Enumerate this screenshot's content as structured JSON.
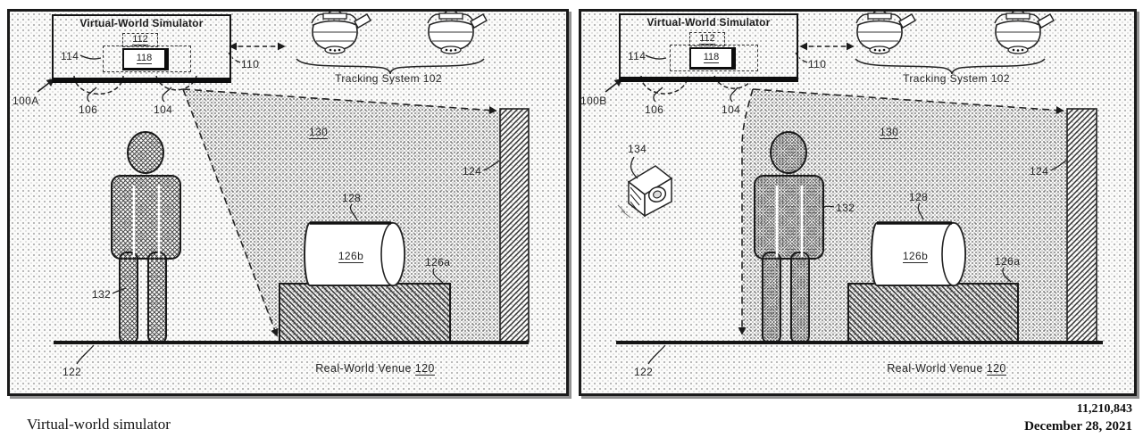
{
  "page": {
    "caption": "Virtual-world simulator",
    "patent_number": "11,210,843",
    "patent_date": "December 28, 2021"
  },
  "labels": {
    "simulator_title": "Virtual-World Simulator",
    "processor": "112",
    "memory": "114",
    "software": "118",
    "computing_platform": "110",
    "projector_left": "106",
    "projector_right": "104",
    "tracking_system": "Tracking System 102",
    "projection": "130",
    "wall": "124",
    "props": "128",
    "prop_cylinder": "126b",
    "prop_base": "126a",
    "user": "132",
    "floor": "122",
    "venue_name": "Real-World Venue",
    "venue_number": "120"
  },
  "figure_a": {
    "id": "100A"
  },
  "figure_b": {
    "id": "100B",
    "camera": "134"
  }
}
